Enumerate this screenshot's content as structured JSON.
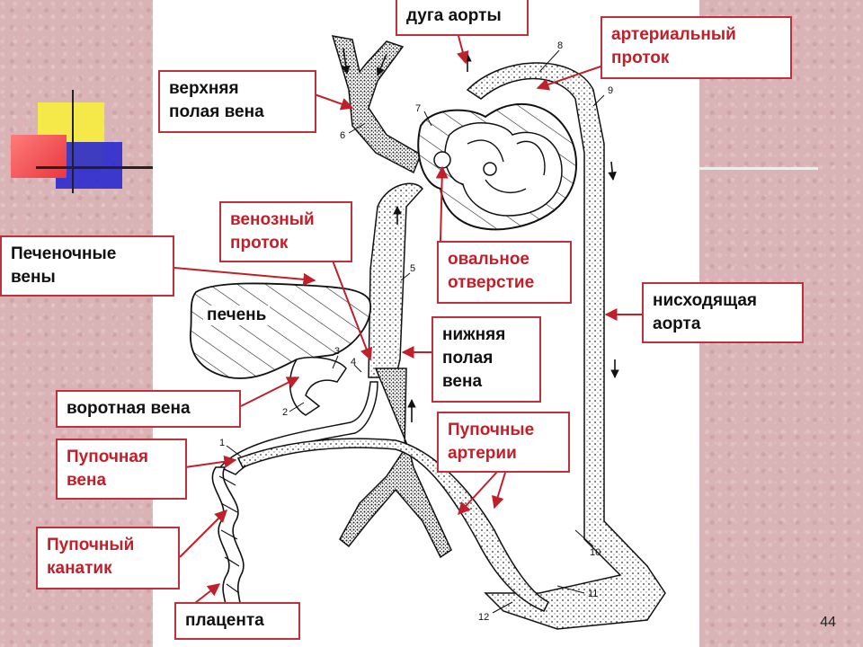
{
  "labels": {
    "aortic_arch": [
      "дуга аорты"
    ],
    "ductus_arteriosus": [
      "артериальный",
      "проток"
    ],
    "superior_vena_cava": [
      "верхняя",
      "полая вена"
    ],
    "ductus_venosus": [
      "венозный",
      "проток"
    ],
    "hepatic_veins": [
      "Печеночные",
      "вены"
    ],
    "foramen_ovale": [
      "овальное",
      "отверстие"
    ],
    "descending_aorta": [
      "нисходящая",
      "аорта"
    ],
    "liver": [
      "печень"
    ],
    "inferior_vena_cava": [
      "нижняя",
      "полая",
      "вена"
    ],
    "portal_vein": [
      "воротная вена"
    ],
    "umbilical_arteries": [
      "Пупочные",
      "артерии"
    ],
    "umbilical_vein": [
      "Пупочная",
      "вена"
    ],
    "umbilical_cord": [
      "Пупочный",
      "канатик"
    ],
    "placenta": [
      "плацента"
    ]
  },
  "numbers": [
    "1",
    "2",
    "3",
    "4",
    "5",
    "6",
    "7",
    "8",
    "9",
    "10",
    "11",
    "12"
  ],
  "page_number": "44",
  "colors": {
    "accent_red": "#c0303a",
    "background": "#d9b3b5",
    "deco_yellow": "#f5e94a",
    "deco_red": "#e8383d",
    "deco_blue": "#2a2acf"
  }
}
